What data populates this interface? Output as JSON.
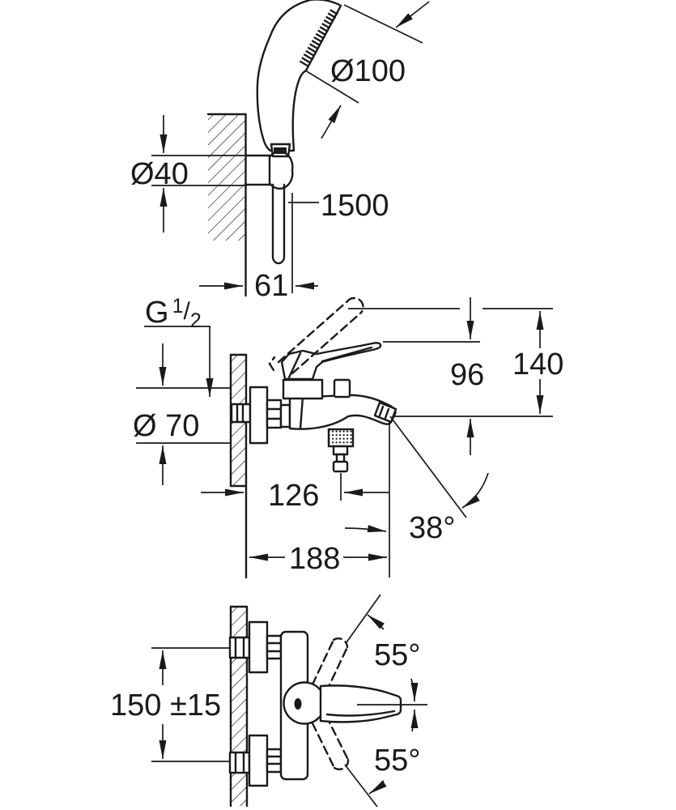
{
  "drawing": {
    "background": "#ffffff",
    "line_color": "#1a1a1a",
    "views": {
      "top": "hand-shower-with-wall-holder",
      "middle": "bath-mixer-side-view",
      "bottom": "bath-mixer-plan-view"
    },
    "dimensions": {
      "head_diameter": "Ø100",
      "holder_diameter": "Ø40",
      "hose_length": "1500",
      "holder_projection": "61",
      "thread_g": "G",
      "thread_numerator": "1",
      "thread_slash": "/",
      "thread_denominator": "2",
      "escutcheon_diameter": "Ø 70",
      "spout_to_lever_height": "96",
      "overall_height": "140",
      "diverter_offset": "126",
      "spout_angle": "38°",
      "overall_depth": "188",
      "connection_spacing": "150 ±15",
      "lever_swing_up": "55°",
      "lever_swing_down": "55°"
    }
  }
}
